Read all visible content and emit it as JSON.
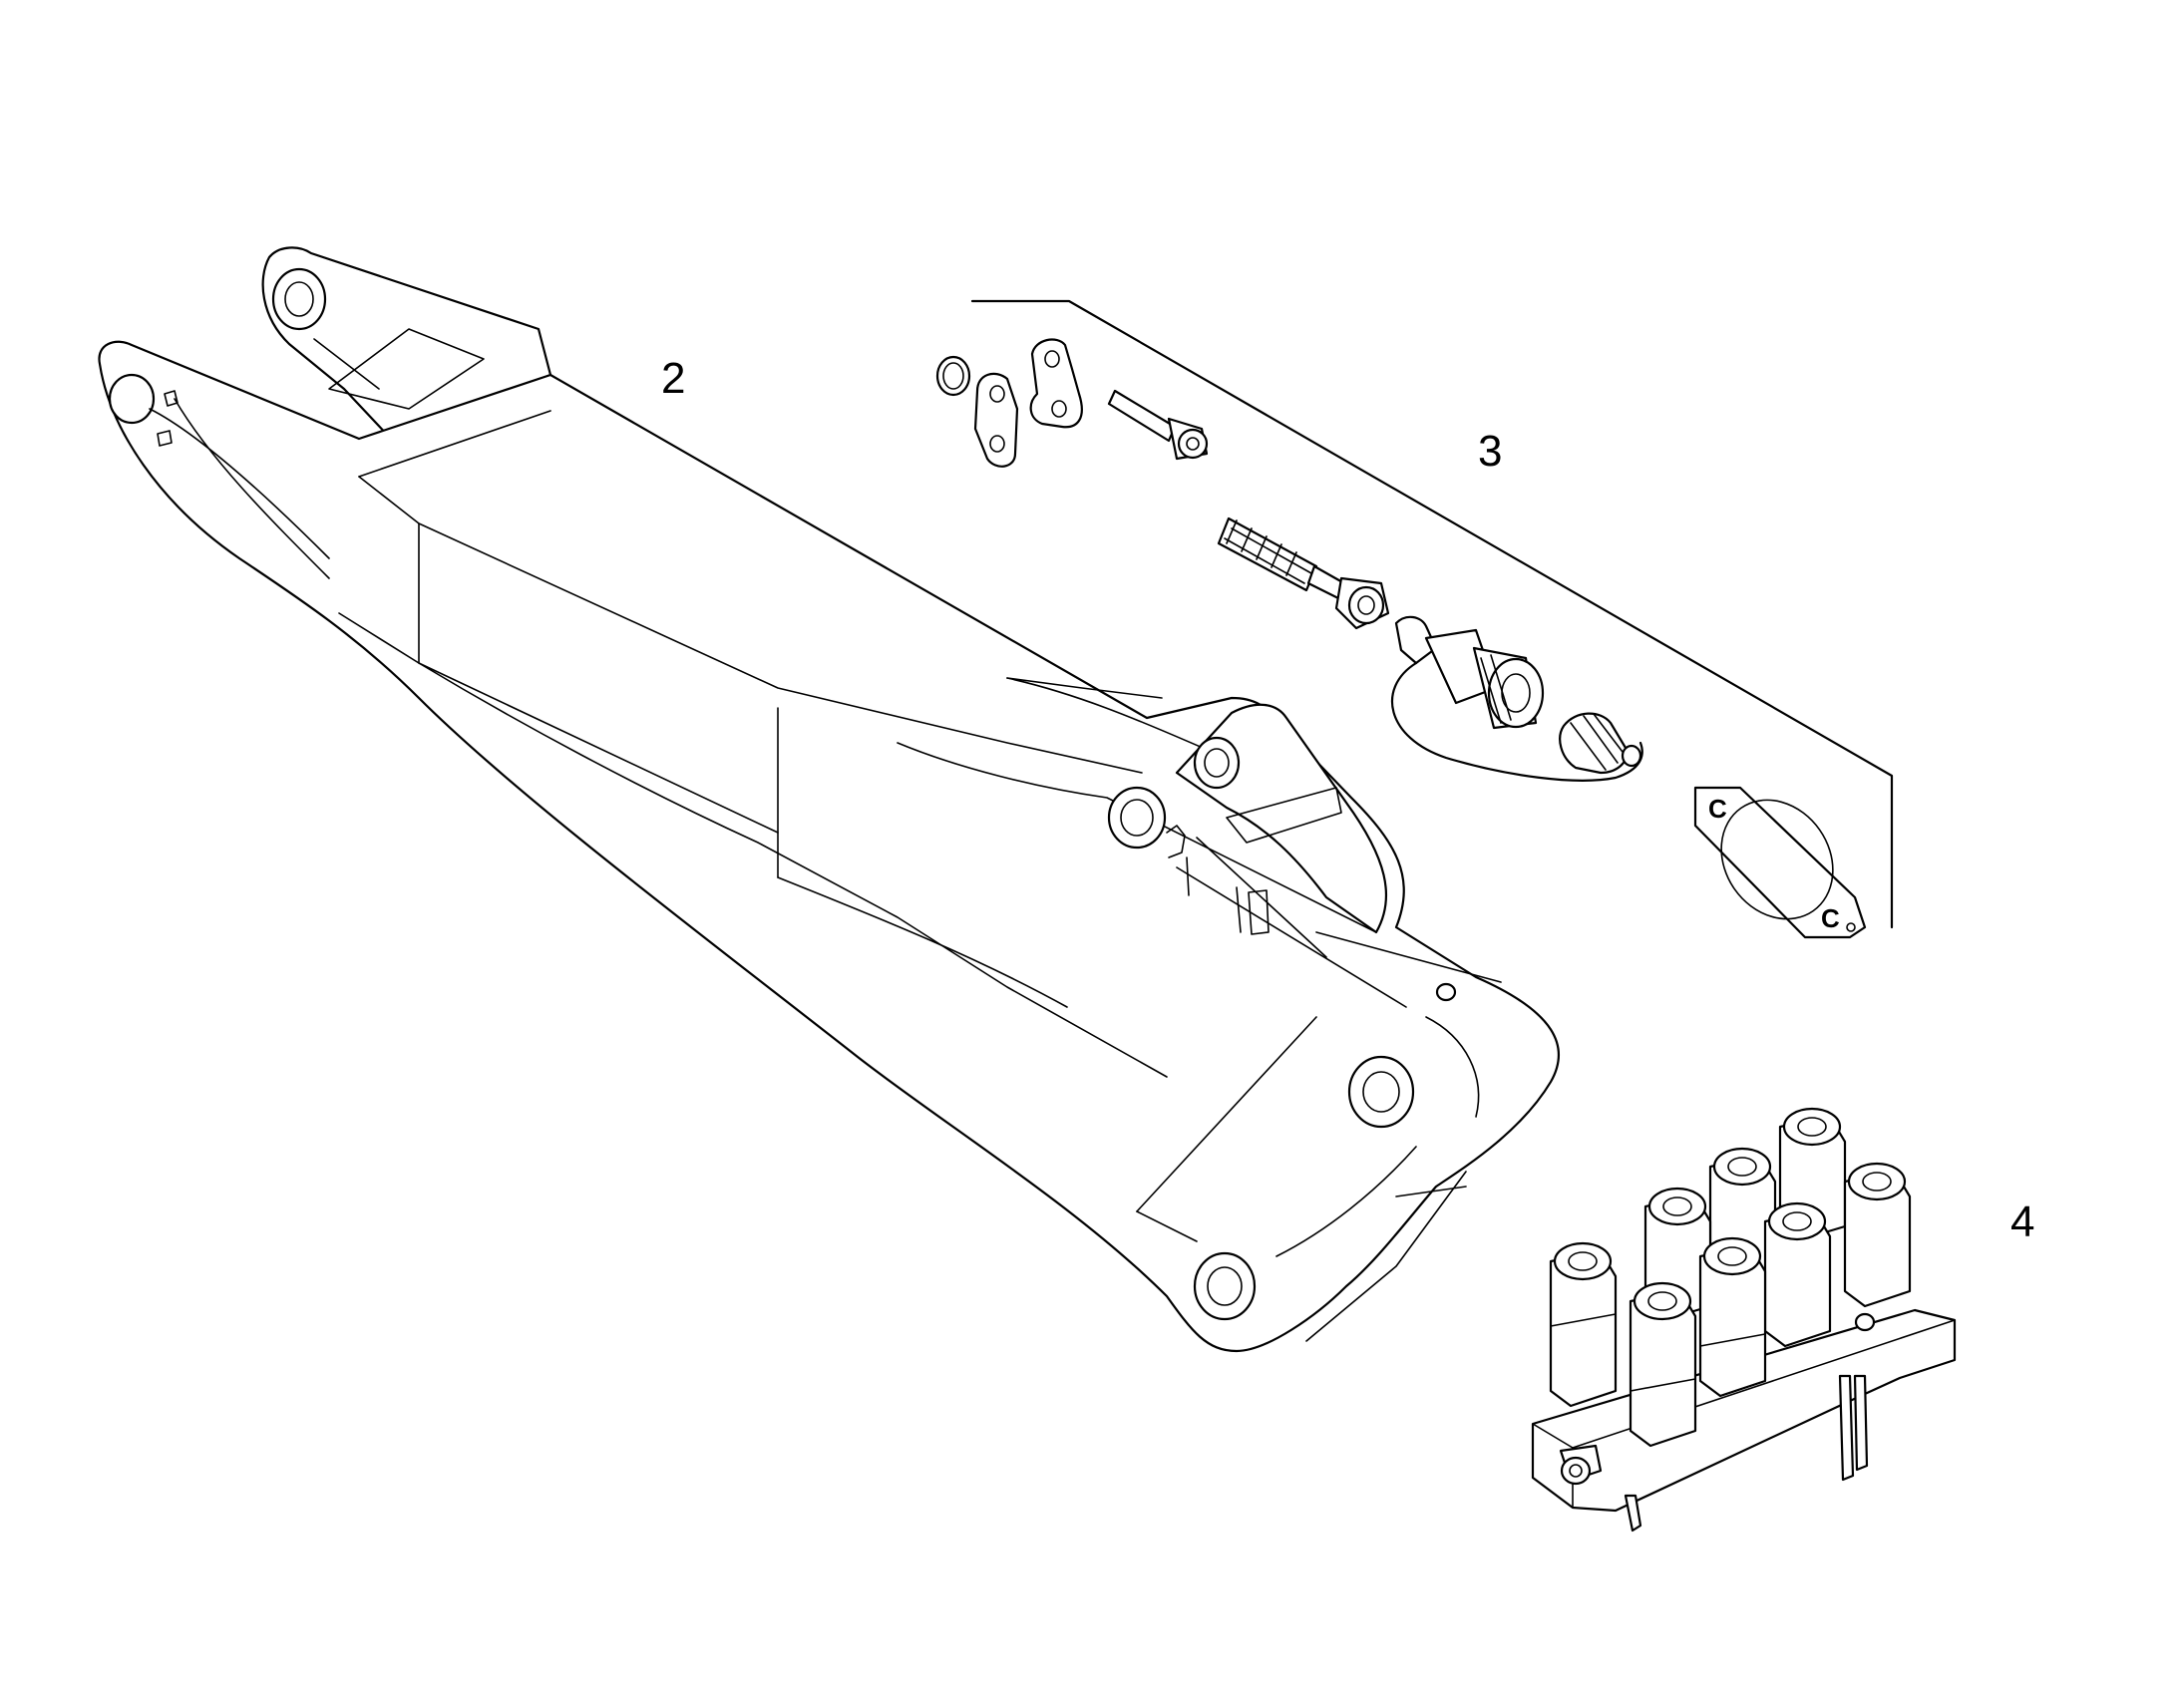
{
  "callouts": {
    "item2": "2",
    "item3": "3",
    "item4": "4"
  },
  "gasket_marks": {
    "mark_top": "C",
    "mark_bottom": "C"
  }
}
